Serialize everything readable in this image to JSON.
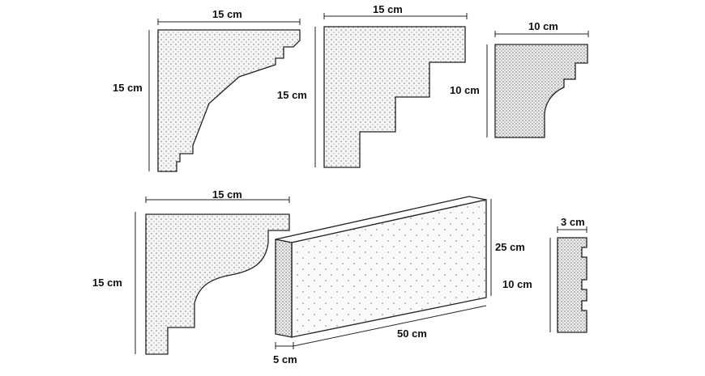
{
  "colors": {
    "background": "#ffffff",
    "outline": "#222222",
    "hatch_fill": "#f6f6f6",
    "hatch_dot": "#333333"
  },
  "profiles": [
    {
      "id": "cornice-curved-bracket",
      "width_label": "15 cm",
      "height_label": "15 cm"
    },
    {
      "id": "stepped-bracket",
      "width_label": "15 cm",
      "height_label": "15 cm"
    },
    {
      "id": "small-cornice",
      "width_label": "10 cm",
      "height_label": "10 cm"
    },
    {
      "id": "cove-bracket",
      "width_label": "15 cm",
      "height_label": "15 cm"
    },
    {
      "id": "block",
      "length_label": "50 cm",
      "height_label": "25 cm",
      "depth_label": "5 cm",
      "inner_height_label": "10 cm"
    },
    {
      "id": "notched-strip",
      "width_label": "3 cm"
    }
  ]
}
